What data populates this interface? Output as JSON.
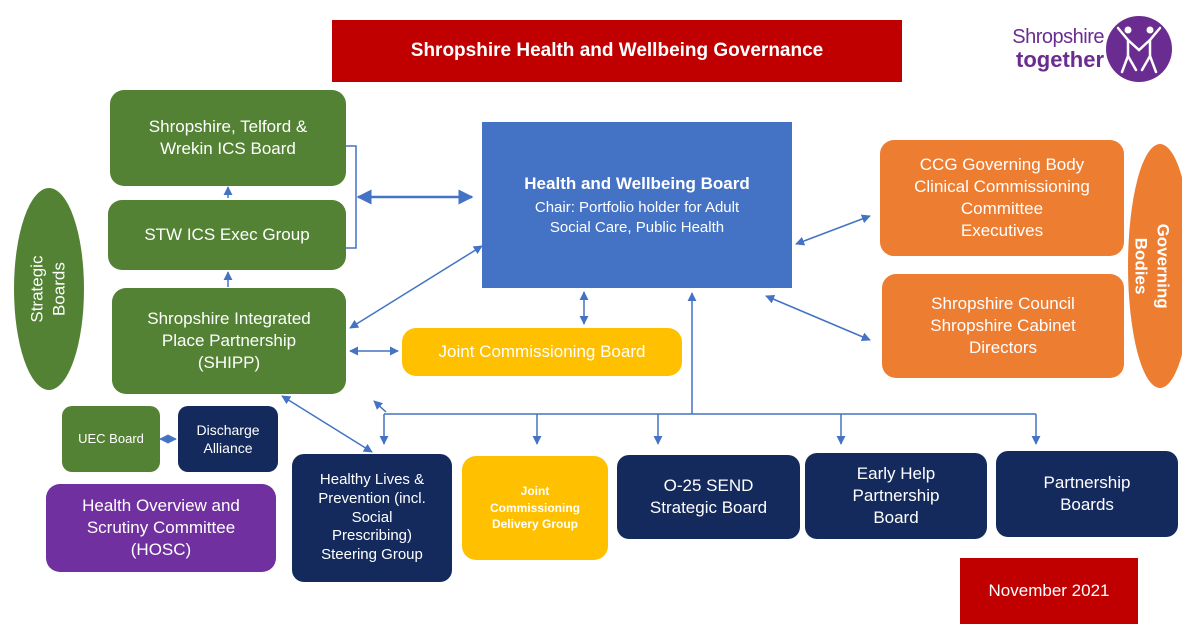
{
  "title": "Shropshire Health and Wellbeing Governance",
  "logo": {
    "line1": "Shropshire",
    "line2": "together"
  },
  "date_label": "November 2021",
  "colors": {
    "green": "#548235",
    "blue": "#4472c4",
    "orange": "#ed7d31",
    "yellow": "#ffc000",
    "navy": "#142a5c",
    "purple": "#7030a0",
    "red": "#c00000",
    "connector": "#4472c4"
  },
  "nodes": {
    "stw_ics_board": [
      "Shropshire, Telford &",
      "Wrekin ICS Board"
    ],
    "stw_ics_exec": "STW ICS Exec Group",
    "shipp": [
      "Shropshire Integrated",
      "Place Partnership",
      "(SHIPP)"
    ],
    "strategic_boards": [
      "Strategic",
      "Boards"
    ],
    "hwb": {
      "title": "Health and Wellbeing Board",
      "lines": [
        "Chair: Portfolio holder for Adult",
        "Social Care, Public Health"
      ]
    },
    "joint_commissioning_board": "Joint Commissioning Board",
    "ccg": [
      "CCG Governing Body",
      "Clinical Commissioning",
      "Committee",
      "Executives"
    ],
    "council": [
      "Shropshire Council",
      "Shropshire Cabinet",
      "Directors"
    ],
    "governing_bodies": [
      "Governing",
      "Bodies"
    ],
    "uec_board": "UEC Board",
    "discharge_alliance": [
      "Discharge",
      "Alliance"
    ],
    "hosc": [
      "Health Overview and",
      "Scrutiny Committee",
      "(HOSC)"
    ],
    "healthy_lives": [
      "Healthy Lives &",
      "Prevention  (incl.",
      "Social",
      "Prescribing)",
      "Steering Group"
    ],
    "jcdg": [
      "Joint",
      "Commissioning",
      "Delivery Group"
    ],
    "send": [
      "O-25 SEND",
      "Strategic Board"
    ],
    "early_help": [
      "Early Help",
      "Partnership",
      "Board"
    ],
    "partnership_boards": [
      "Partnership",
      "Boards"
    ]
  }
}
